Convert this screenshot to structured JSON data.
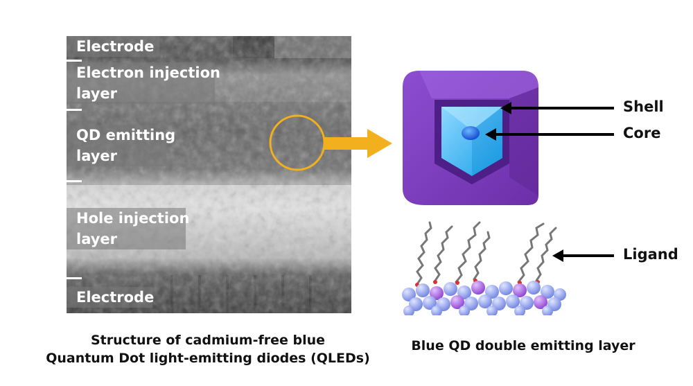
{
  "tem": {
    "labels": {
      "electrode_top": "Electrode",
      "electron_injection_line1": "Electron injection",
      "electron_injection_line2": "layer",
      "qd_emitting_line1": "QD emitting",
      "qd_emitting_line2": "layer",
      "hole_injection_line1": "Hole injection",
      "hole_injection_line2": "layer",
      "electrode_bottom": "Electrode"
    }
  },
  "captions": {
    "left_line1": "Structure of cadmium-free blue",
    "left_line2": "Quantum Dot light-emitting diodes (QLEDs)",
    "right": "Blue QD double emitting layer"
  },
  "parts": {
    "shell": "Shell",
    "core": "Core",
    "ligand": "Ligand"
  },
  "colors": {
    "highlight": "#f2b01e",
    "shell": "#7b3bb6",
    "core": "#1aa8ee",
    "particle_blue": "#8fa0ea",
    "particle_purple": "#9d52d8"
  }
}
